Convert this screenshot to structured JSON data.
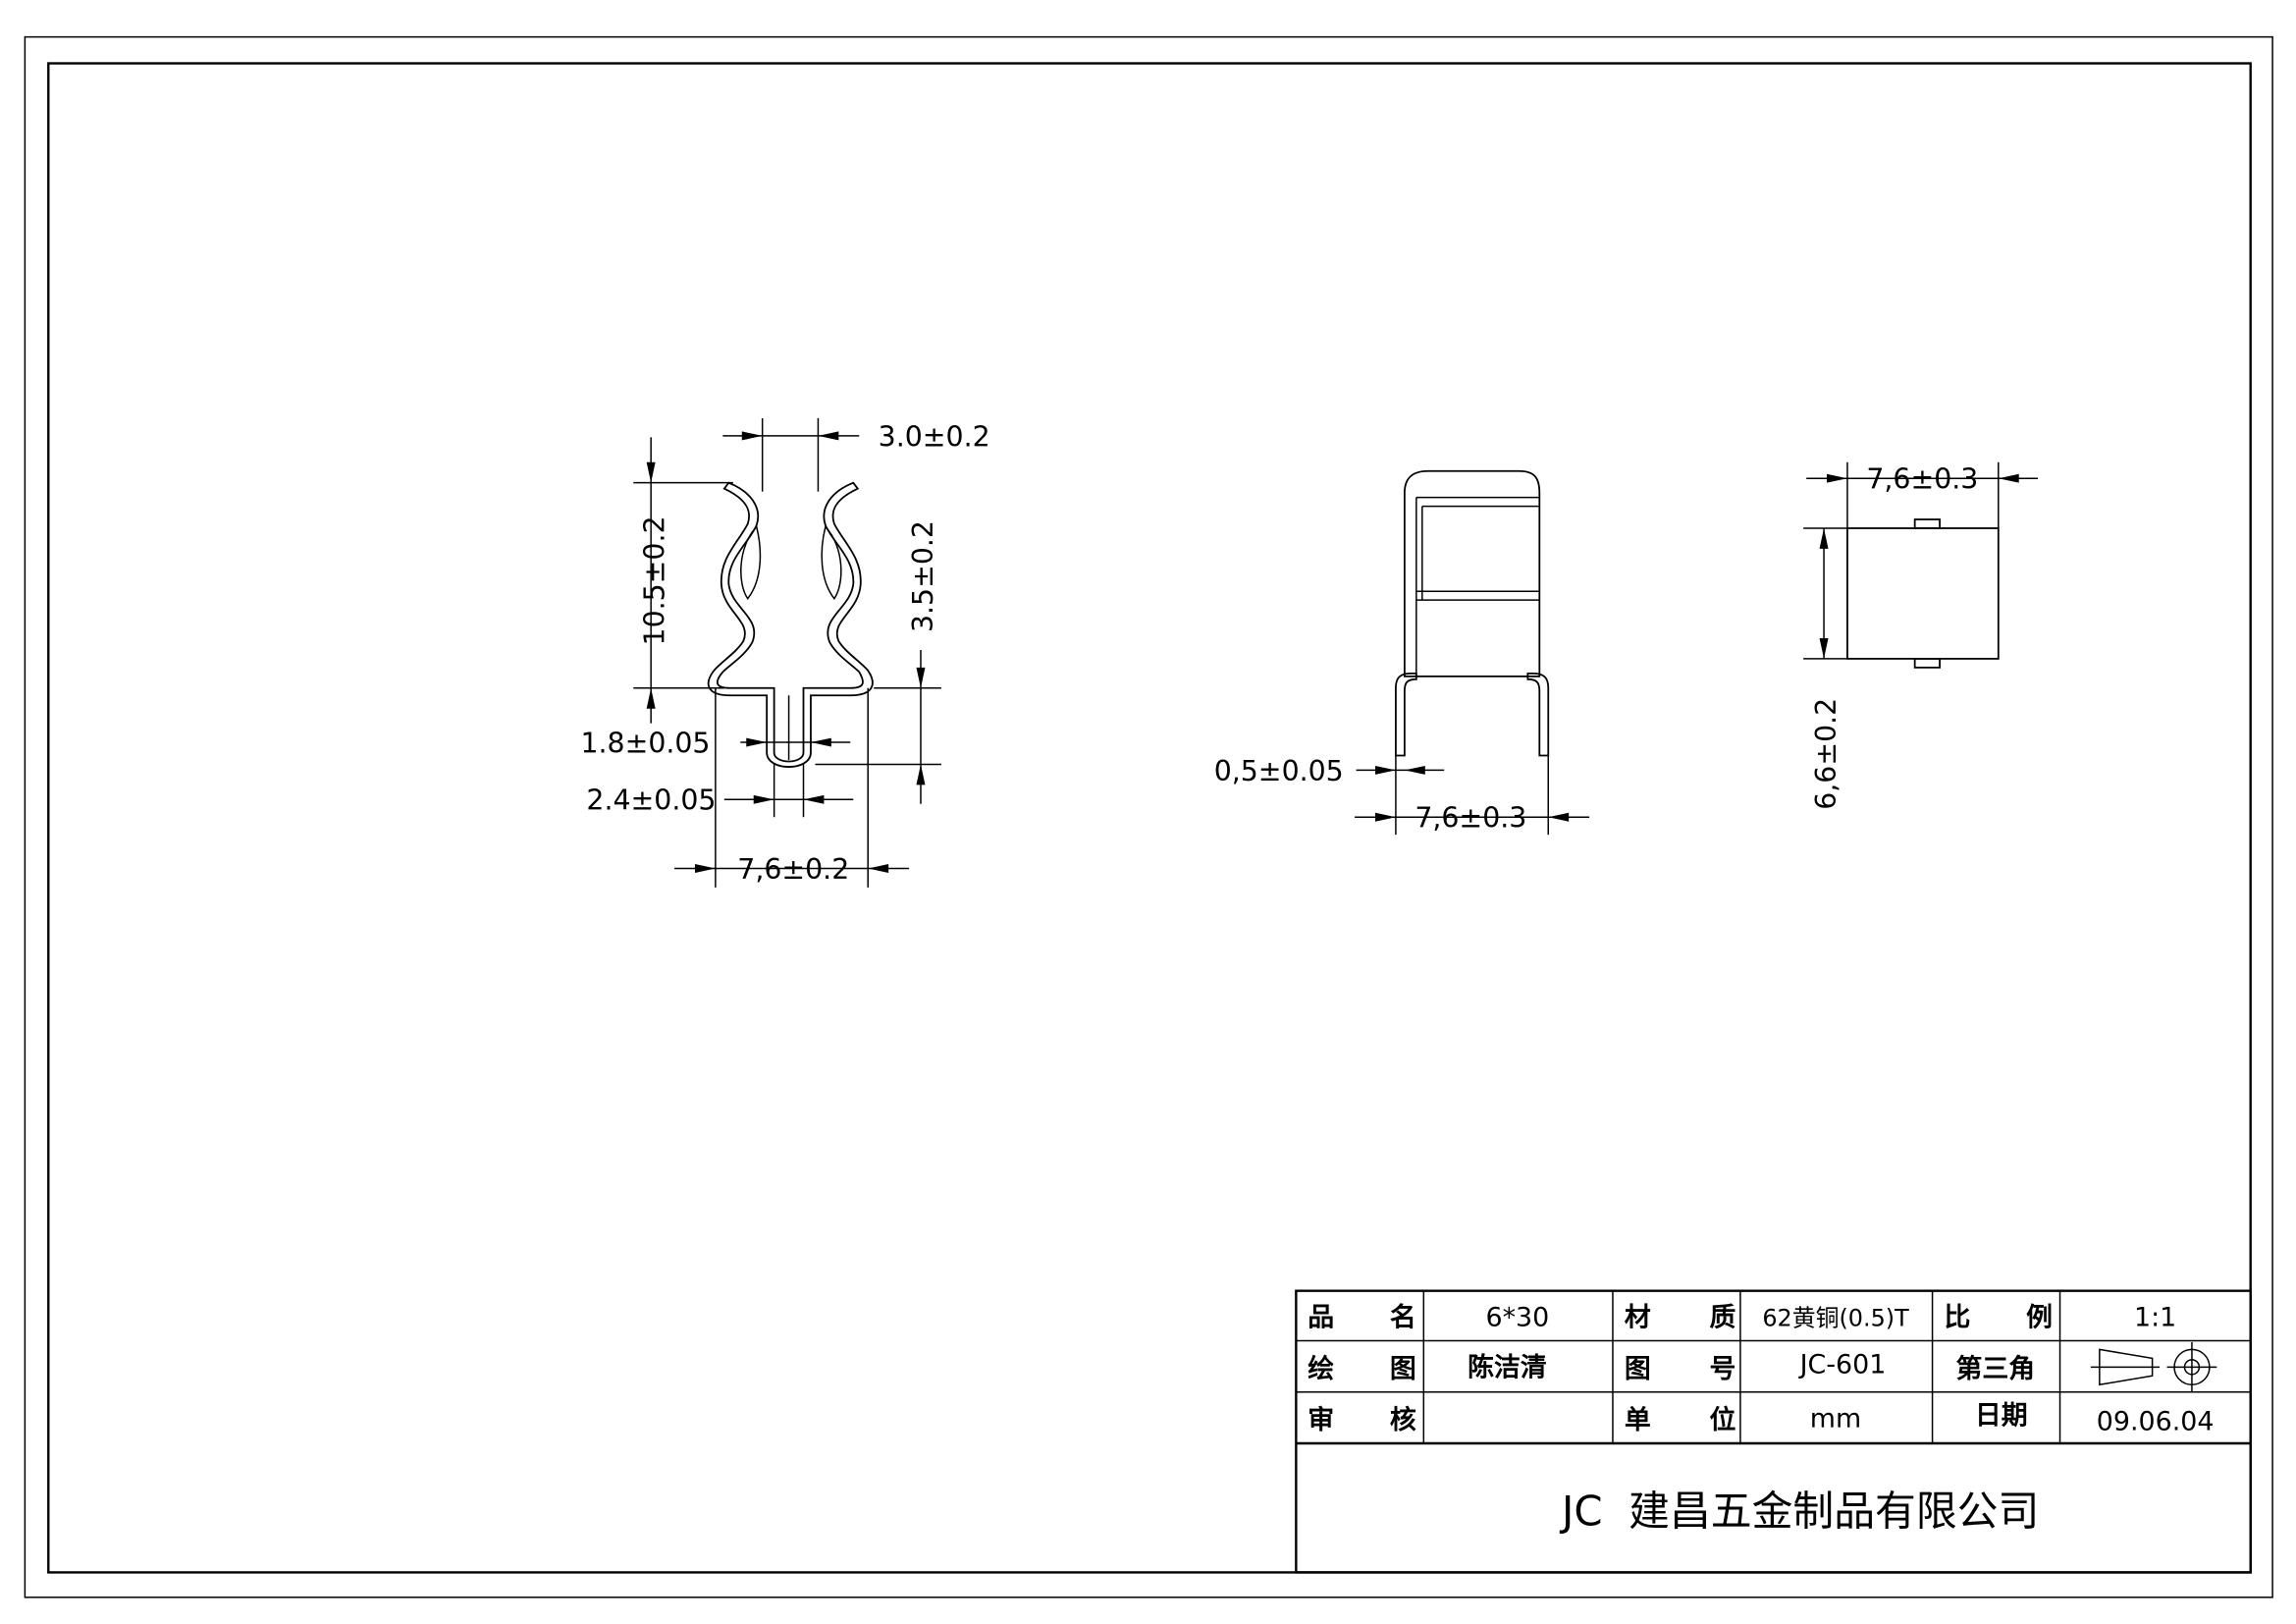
{
  "views": {
    "clip_front": {
      "dims": {
        "top_gap": "3.0±0.2",
        "height": "10.5±0.2",
        "upper_height": "3.5±0.2",
        "pin_thickness": "1.8±0.05",
        "pin_gap": "2.4±0.05",
        "width": "7,6±0.2"
      }
    },
    "clip_side": {
      "dims": {
        "thickness": "0,5±0.05",
        "width": "7,6±0.3"
      }
    },
    "clip_top": {
      "dims": {
        "width": "7,6±0.3",
        "depth": "6,6±0.2"
      }
    }
  },
  "title_block": {
    "rows": [
      [
        "品",
        "名",
        "6*30",
        "材",
        "质",
        "62黄铜(0.5)T",
        "比",
        "例",
        "1:1"
      ],
      [
        "绘",
        "图",
        "陈洁清",
        "图",
        "号",
        "JC-601",
        "第三角",
        "",
        ""
      ],
      [
        "审",
        "核",
        "",
        "单",
        "位",
        "mm",
        "日期",
        "",
        "09.06.04"
      ]
    ],
    "projection_symbol": "third-angle-projection-icon",
    "company": "JC  建昌五金制品有限公司"
  }
}
